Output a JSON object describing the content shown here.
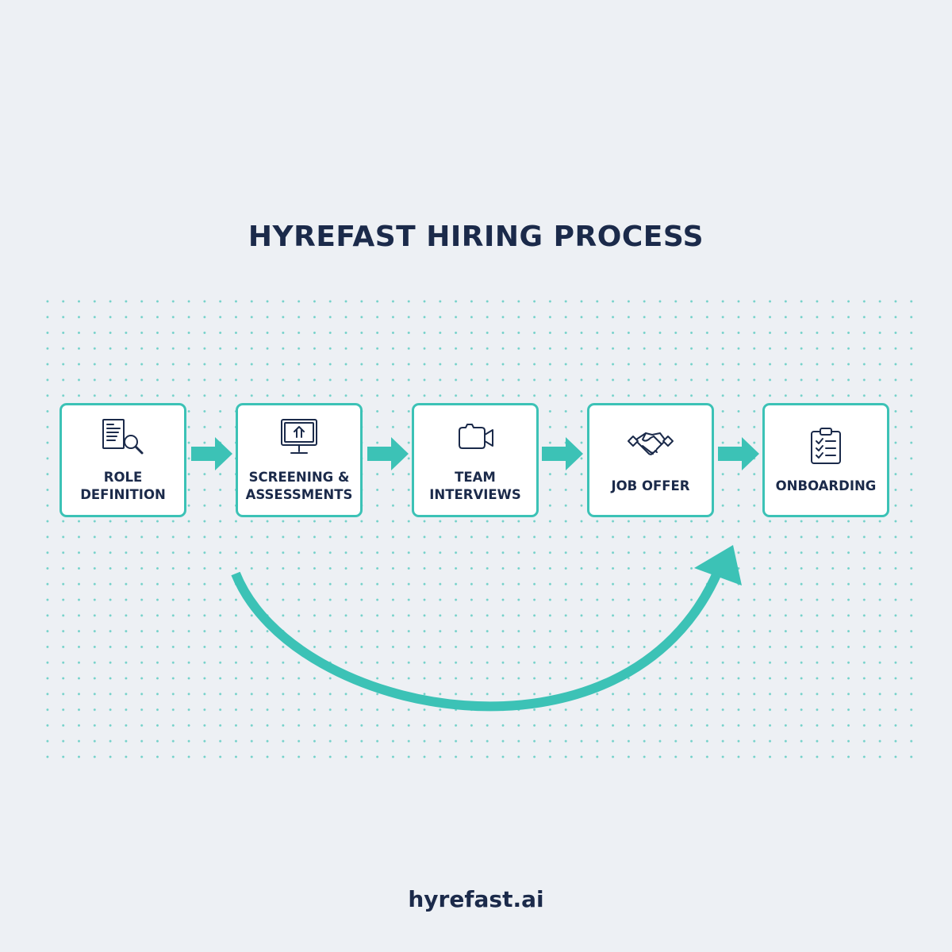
{
  "title": "HYREFAST HIRING PROCESS",
  "steps": [
    {
      "label": "ROLE\nDEFINITION",
      "icon": "document-search-icon"
    },
    {
      "label": "SCREENING &\nASSESSMENTS",
      "icon": "monitor-assessment-icon"
    },
    {
      "label": "TEAM\nINTERVIEWS",
      "icon": "video-camera-icon"
    },
    {
      "label": "JOB OFFER",
      "icon": "handshake-icon"
    },
    {
      "label": "ONBOARDING",
      "icon": "clipboard-checklist-icon"
    }
  ],
  "footer": "hyrefast.ai",
  "colors": {
    "accent": "#3cc2b6",
    "text": "#1b2a4a",
    "background": "#edf0f4"
  }
}
